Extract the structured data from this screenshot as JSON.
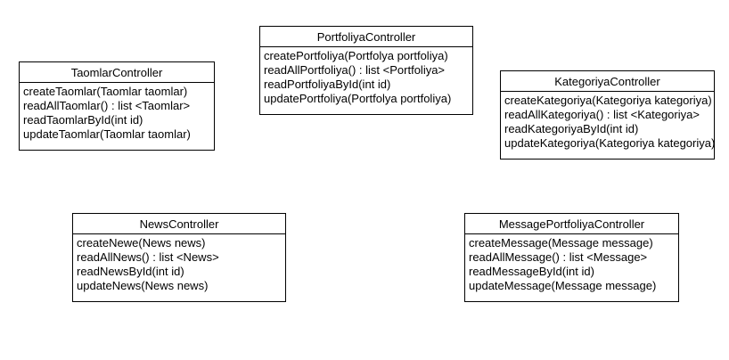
{
  "diagram": {
    "classes": [
      {
        "name": "TaomlarController",
        "methods": [
          "createTaomlar(Taomlar taomlar)",
          "readAllTaomlar() : list <Taomlar>",
          "readTaomlarById(int id)",
          "updateTaomlar(Taomlar taomlar)"
        ]
      },
      {
        "name": "PortfoliyaController",
        "methods": [
          "createPortfoliya(Portfolya portfoliya)",
          "readAllPortfoliya() : list <Portfoliya>",
          "readPortfoliyaById(int id)",
          "updatePortfoliya(Portfolya portfoliya)"
        ]
      },
      {
        "name": "KategoriyaController",
        "methods": [
          "createKategoriya(Kategoriya kategoriya)",
          "readAllKategoriya() : list <Kategoriya>",
          "readKategoriyaById(int id)",
          "updateKategoriya(Kategoriya kategoriya)"
        ]
      },
      {
        "name": "NewsController",
        "methods": [
          "createNewe(News news)",
          "readAllNews() : list <News>",
          "readNewsById(int id)",
          "updateNews(News news)"
        ]
      },
      {
        "name": "MessagePortfoliyaController",
        "methods": [
          "createMessage(Message message)",
          "readAllMessage() : list <Message>",
          "readMessageById(int id)",
          "updateMessage(Message message)"
        ]
      }
    ]
  }
}
